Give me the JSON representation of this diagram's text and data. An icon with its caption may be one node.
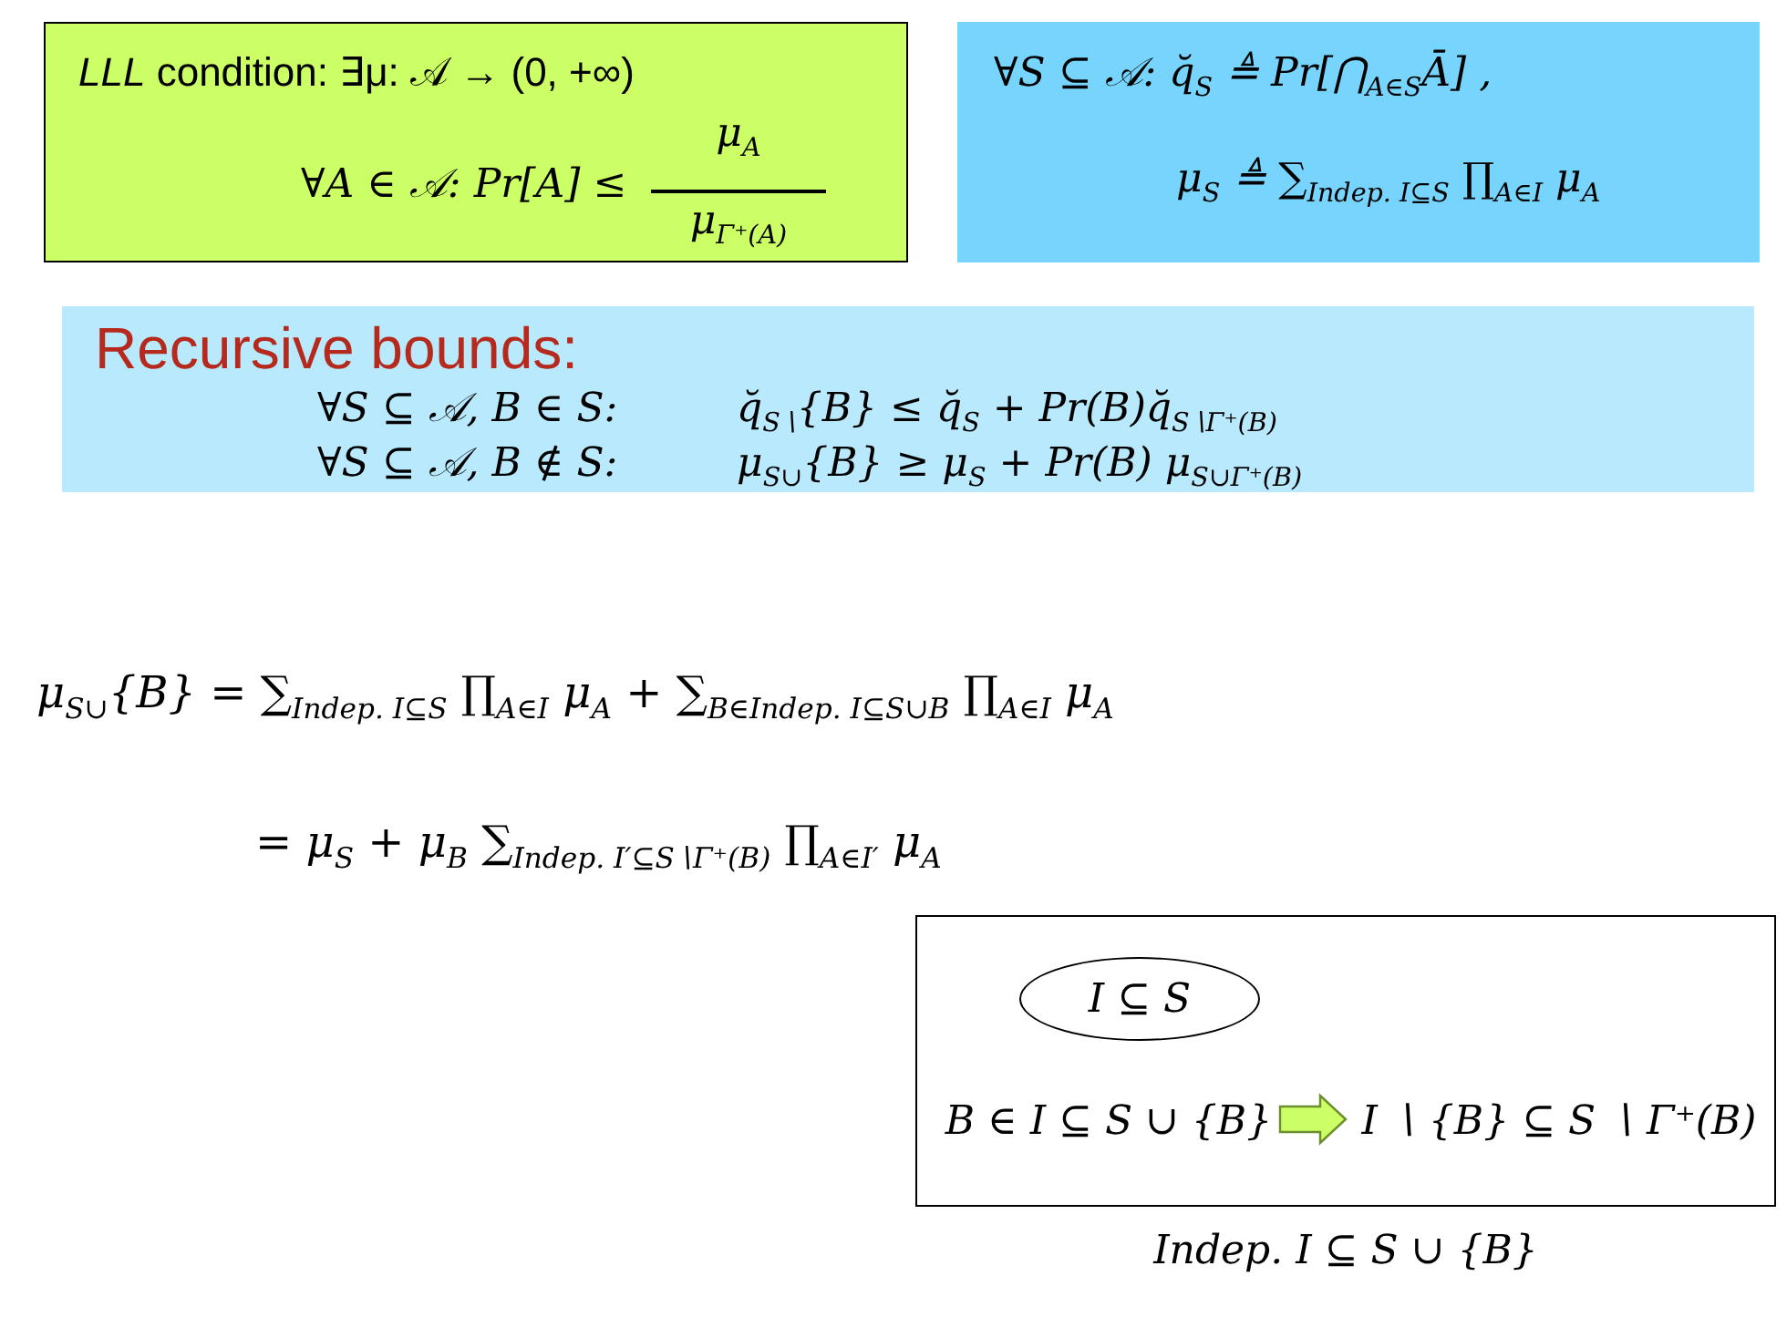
{
  "diagram": {
    "nodes": [
      {
        "text": [
          "*LLL* condition:  ∃μ: 𝒜 → (0, +∞)",
          "∀A ∈ 𝒜: Pr[A] ≤",
          "μ$_{A}$",
          "μ$_{Γ⁺(A)}$"
        ]
      },
      {
        "text": [
          "∀S ⊆ 𝒜: q̆$_{S}$ ≜ Pr[⋂$_{A∈S}$Ā] ,",
          "μ$_{S}$ ≜ ∑$_{Indep. I⊆S}$ ∏$_{A∈I}$ μ$_{A}$"
        ]
      },
      {
        "text": [
          "Recursive bounds:",
          "∀S ⊆ 𝒜, B ∈ S:",
          "q̆$_{S∖}${B} ≤ q̆$_{S}$ + Pr(B)q̆$_{S∖Γ⁺(B)}$",
          "∀S ⊆ 𝒜, B ∉ S:",
          "μ$_{S∪}${B} ≥ μ$_{S}$ + Pr(B) μ$_{S∪Γ⁺(B)}$"
        ]
      },
      {
        "text": [],
        "shape": "box",
        "beside": [
          "Indep. I ⊆ S ∪ {B}"
        ]
      },
      {
        "text": [
          "I ⊆ S"
        ],
        "in": 3
      },
      {
        "text": [
          "B ∈ I ⊆ S ∪ {B}"
        ],
        "in": 3
      },
      {
        "text": [
          "I ∖ {B} ⊆ S ∖ Γ⁺(B)"
        ],
        "in": 3
      }
    ],
    "edges": [
      {
        "from": 5,
        "to": 6,
        "arrow": "to"
      }
    ],
    "labels": [
      "μ$_{S∪}${B} = ∑$_{Indep. I⊆S}$ ∏$_{A∈I}$ μ$_{A}$ + ∑$_{B∈Indep. I⊆S∪B}$ ∏$_{A∈I}$ μ$_{A}$",
      "= μ$_{S}$ + μ$_{B}$ ∑$_{Indep. I′⊆S∖Γ⁺(B)}$ ∏$_{A∈I′}$ μ$_{A}$"
    ]
  }
}
